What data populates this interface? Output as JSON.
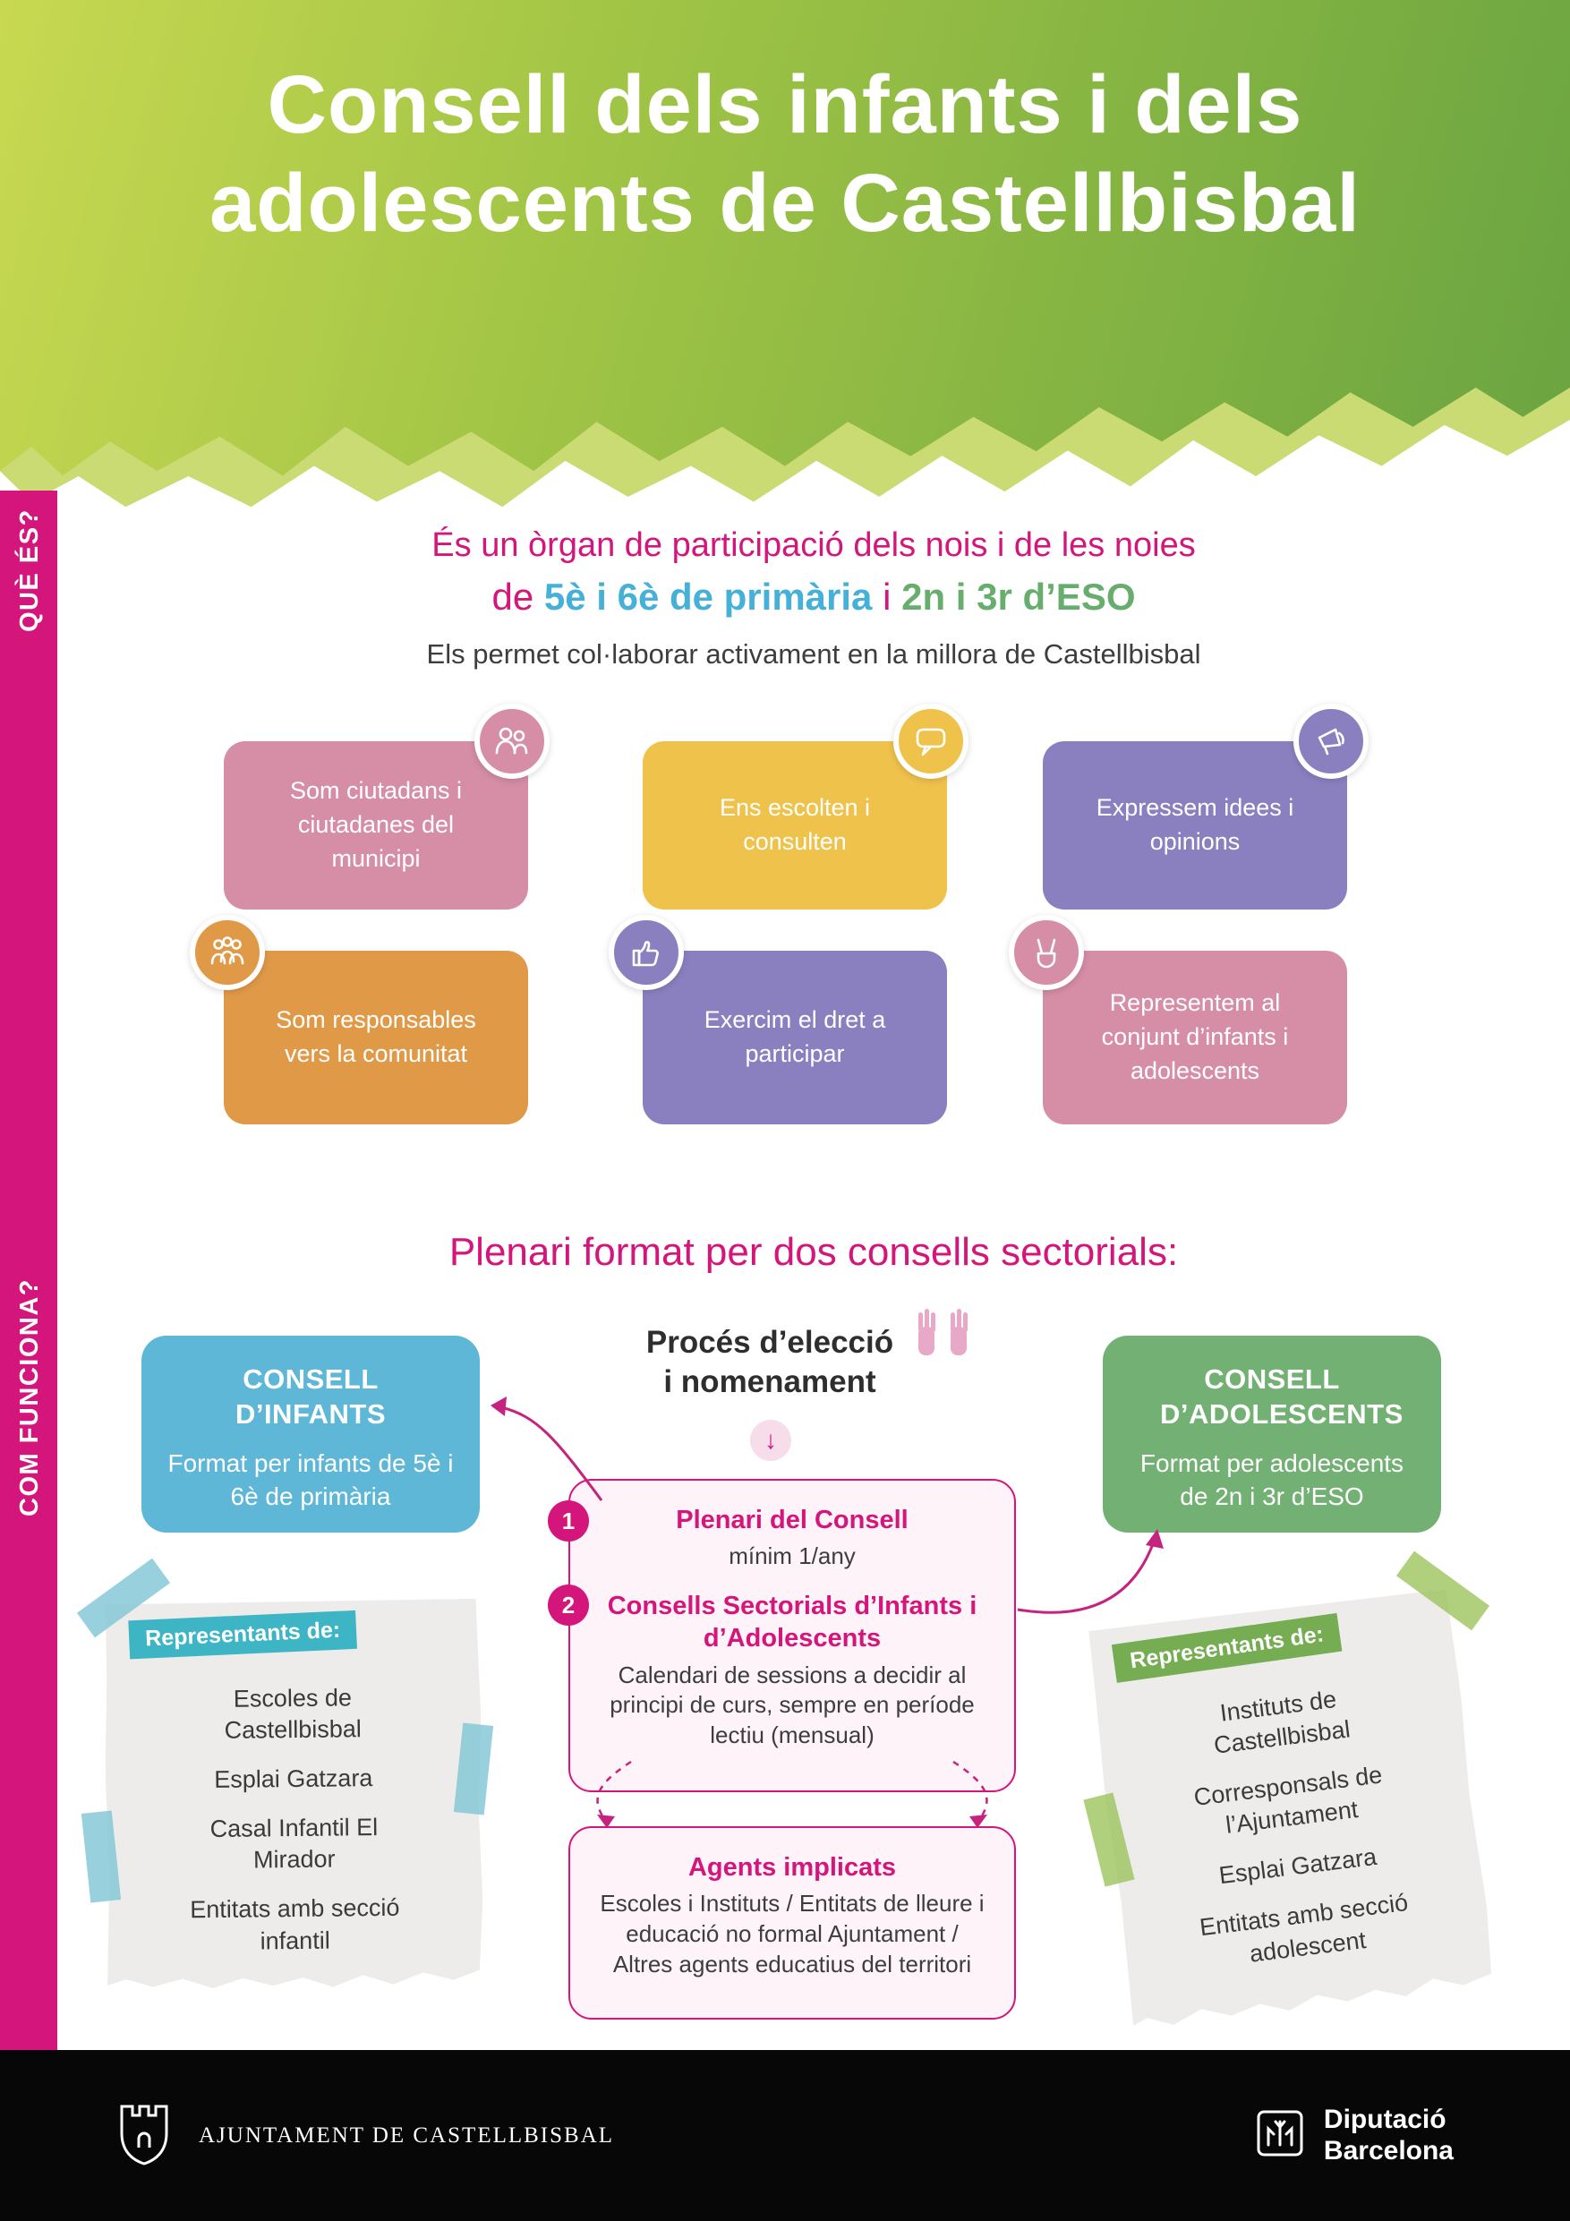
{
  "colors": {
    "magenta": "#d4157b",
    "header_green_light": "#c8d851",
    "header_green_dark": "#6aa441",
    "blue": "#45b0d8",
    "green": "#67ae6e",
    "card_pink": "#d58ea6",
    "card_yellow": "#efc24b",
    "card_purple": "#8b80bf",
    "card_orange": "#e09a47",
    "note_teal_badge": "#3eb5c5",
    "note_green_badge": "#76ad53"
  },
  "header": {
    "title_line1": "Consell dels infants i dels",
    "title_line2": "adolescents de Castellbisbal"
  },
  "sidebar": {
    "que_es": "QUÈ ÉS?",
    "com_funciona": "COM FUNCIONA?"
  },
  "intro": {
    "line1": "És un òrgan de participació dels nois i de les noies",
    "de": "de",
    "primaria": "5è i 6è de primària",
    "i": "i",
    "eso": "2n i 3r d’ESO",
    "line3": "Els permet col·laborar activament en la millora de Castellbisbal"
  },
  "cards": [
    {
      "label": "Som ciutadans i ciutadanes del municipi",
      "icon": "citizens-icon"
    },
    {
      "label": "Ens escolten i consulten",
      "icon": "speech-bubble-icon"
    },
    {
      "label": "Expressem idees i opinions",
      "icon": "megaphone-icon"
    },
    {
      "label": "Som responsables vers la comunitat",
      "icon": "community-icon"
    },
    {
      "label": "Exercim el dret a participar",
      "icon": "thumbs-up-icon"
    },
    {
      "label": "Representem al conjunt d’infants i adolescents",
      "icon": "victory-hand-icon"
    }
  ],
  "plenari": {
    "title": "Plenari format per dos consells sectorials:",
    "consell_infants": {
      "title": "CONSELL D’INFANTS",
      "body": "Format per infants de 5è i 6è de primària"
    },
    "consell_adolescents": {
      "title": "CONSELL D’ADOLESCENTS",
      "body": "Format per adolescents de 2n i 3r d’ESO"
    },
    "proces": {
      "line1": "Procés d’elecció",
      "line2": "i nomenament"
    },
    "down_arrow": "↓",
    "steps": [
      {
        "num": "1",
        "title": "Plenari del Consell",
        "body": "mínim 1/any"
      },
      {
        "num": "2",
        "title": "Consells Sectorials d’Infants i d’Adolescents",
        "body": "Calendari de sessions a decidir al principi de curs, sempre en període lectiu (mensual)"
      }
    ],
    "agents": {
      "title": "Agents implicats",
      "body": "Escoles i Instituts / Entitats de lleure i educació no formal Ajuntament / Altres agents educatius del territori"
    }
  },
  "notes": {
    "left": {
      "badge": "Representants de:",
      "items": [
        "Escoles de Castellbisbal",
        "Esplai Gatzara",
        "Casal Infantil El Mirador",
        "Entitats amb secció infantil"
      ]
    },
    "right": {
      "badge": "Representants de:",
      "items": [
        "Instituts de Castellbisbal",
        "Corresponsals de l’Ajuntament",
        "Esplai Gatzara",
        "Entitats amb secció adolescent"
      ]
    }
  },
  "footer": {
    "ajuntament": "AJUNTAMENT DE CASTELLBISBAL",
    "diputacio_line1": "Diputació",
    "diputacio_line2": "Barcelona"
  }
}
